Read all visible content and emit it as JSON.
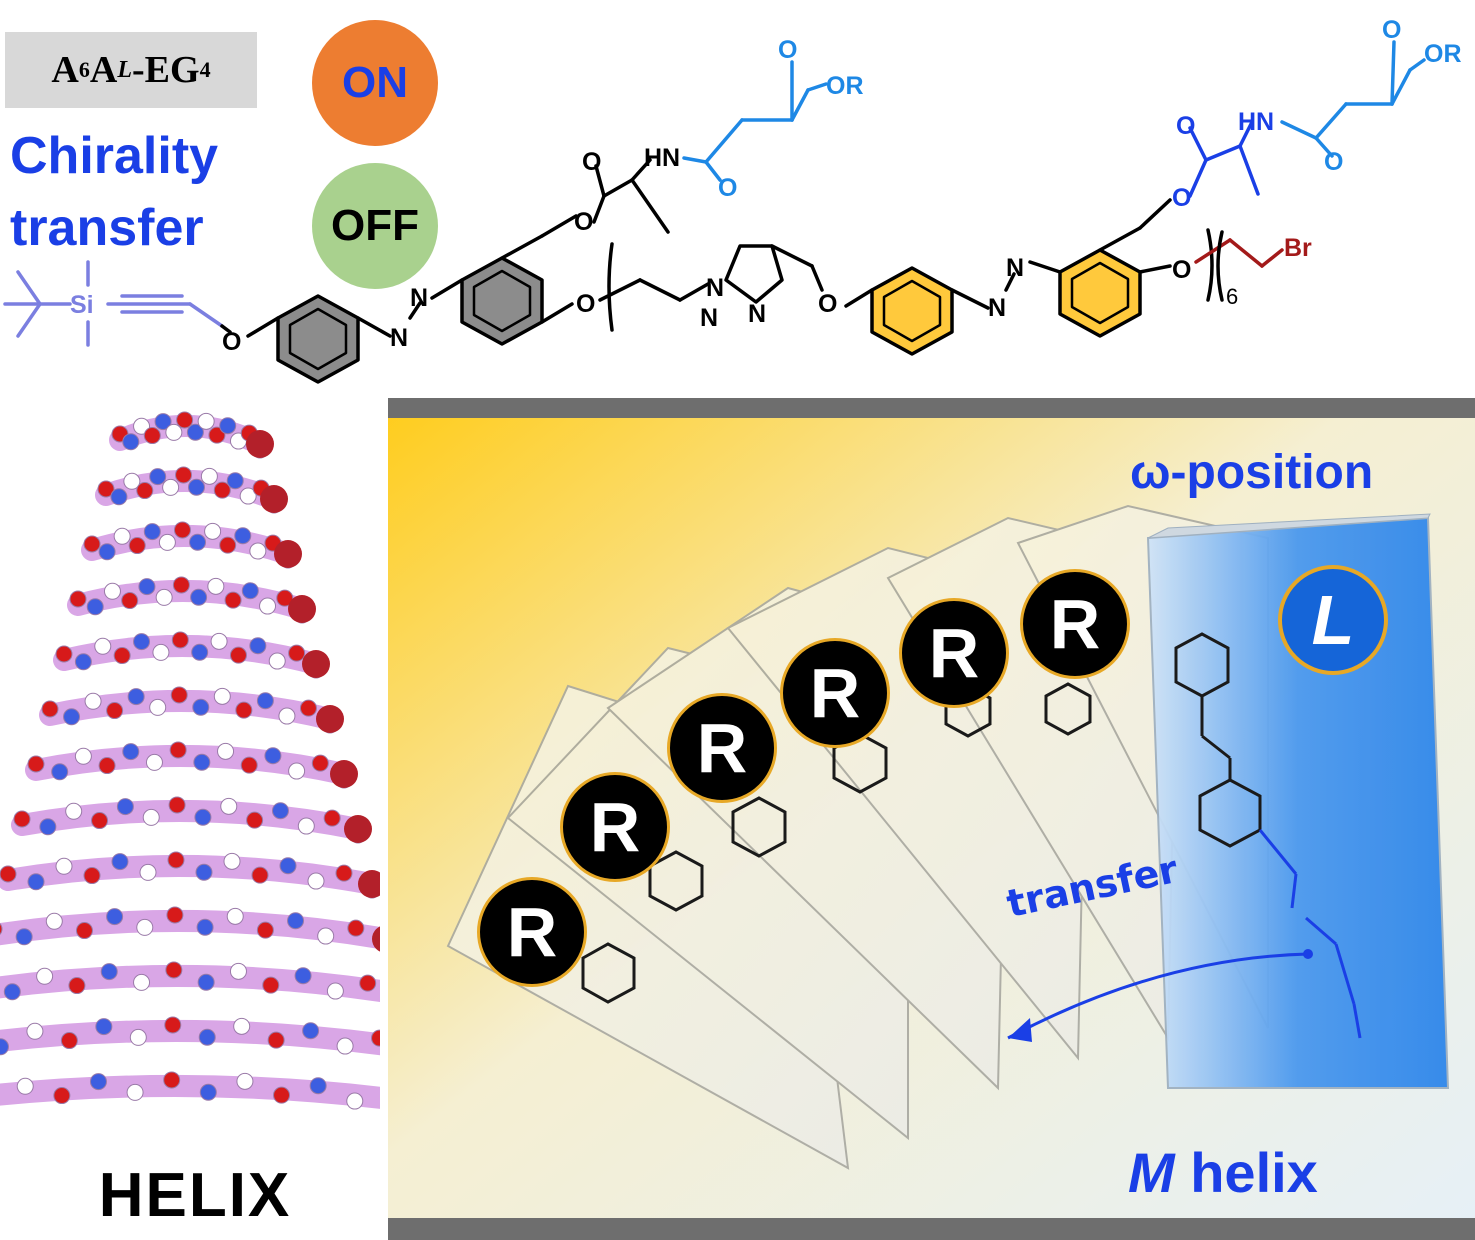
{
  "header": {
    "compound_label": {
      "prefix": "A",
      "sub1": "6",
      "mid": "A",
      "sup": "L",
      "rest": "-EG",
      "sub2": "4"
    },
    "title_line1": "Chirality",
    "title_line2": "transfer",
    "toggle_on": "ON",
    "toggle_off": "OFF"
  },
  "structure": {
    "atoms": {
      "si": "Si",
      "o": "O",
      "n": "N",
      "hn": "HN",
      "or": "OR",
      "br": "Br",
      "repeat": "6"
    }
  },
  "helix": {
    "label": "HELIX"
  },
  "panel": {
    "omega_label": "ω-position",
    "m_letter": "M",
    "helix_word": " helix",
    "transfer_label": "transfer",
    "l_badge": "L",
    "r_badges": [
      "R",
      "R",
      "R",
      "R",
      "R",
      "R"
    ]
  },
  "colors": {
    "blue": "#1a3fe6",
    "orange": "#ed7d31",
    "green": "#a9d18e",
    "ring_gray": "#8c8c8c",
    "ring_yellow": "#ffc93c",
    "dark_red": "#a31a1a",
    "light_blue": "#1e88e5"
  }
}
